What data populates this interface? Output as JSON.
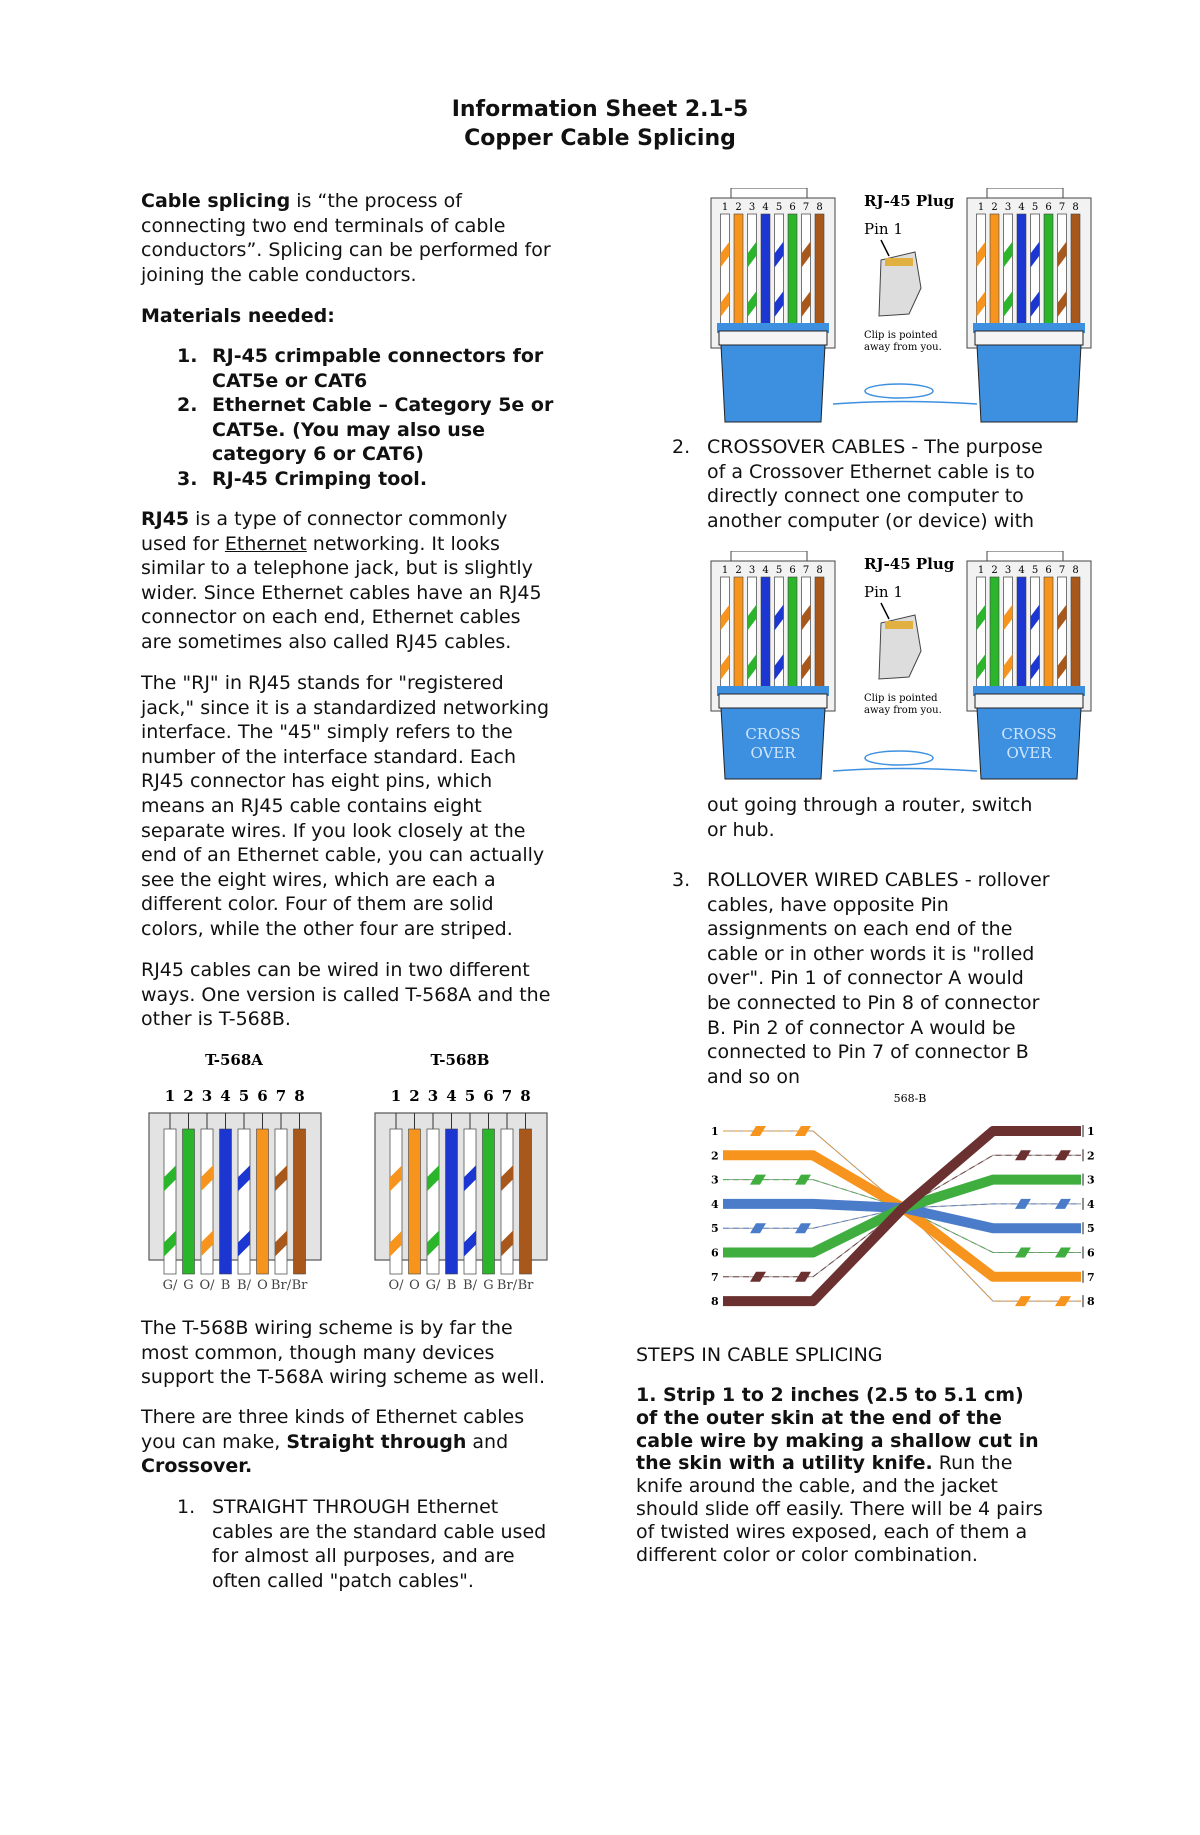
{
  "header": {
    "title": "Information Sheet 2.1-5",
    "subtitle": "Copper Cable Splicing"
  },
  "left": {
    "intro": [
      [
        {
          "b": "Cable splicing"
        },
        " is “the process of"
      ],
      "connecting two end terminals of cable",
      "conductors”. Splicing can be performed for",
      "joining the cable conductors."
    ],
    "materials_heading": "Materials needed:",
    "materials": [
      {
        "num": "1.",
        "lines": [
          "RJ-45 crimpable connectors for",
          "CAT5e or CAT6"
        ]
      },
      {
        "num": "2.",
        "lines": [
          "Ethernet Cable – Category 5e or",
          "CAT5e. (You may also use",
          "category 6 or CAT6)"
        ]
      },
      {
        "num": "3.",
        "lines": [
          "RJ-45 Crimping tool."
        ]
      }
    ],
    "rj45": [
      [
        {
          "b": "RJ45"
        },
        " is a type of connector commonly"
      ],
      [
        "used for ",
        {
          "u": "Ethernet"
        },
        " networking. It looks"
      ],
      "similar to a telephone jack, but is slightly",
      "wider. Since Ethernet cables have an RJ45",
      "connector on each end, Ethernet cables",
      "are sometimes also called RJ45 cables."
    ],
    "rj_meaning": [
      "The \"RJ\" in RJ45 stands for \"registered",
      "jack,\" since it is a standardized networking",
      "interface. The \"45\" simply refers to the",
      "number of the interface standard. Each",
      "RJ45 connector has eight pins, which",
      "means an RJ45 cable contains eight",
      "separate wires. If you look closely at the",
      "end of an Ethernet cable, you can actually",
      "see the eight wires, which are each a",
      "different color. Four of them are solid",
      "colors, while the other four are striped."
    ],
    "two_ways": [
      "RJ45 cables can be wired in two different",
      "ways. One version is called T-568A and the",
      "other is T-568B."
    ],
    "t568_figure": {
      "a_title": "T-568A",
      "b_title": "T-568B",
      "pins": [
        "1",
        "2",
        "3",
        "4",
        "5",
        "6",
        "7",
        "8"
      ],
      "a_wires": [
        "wg",
        "g",
        "wo",
        "b",
        "wb",
        "o",
        "wbr",
        "br"
      ],
      "b_wires": [
        "wo",
        "o",
        "wg",
        "b",
        "wb",
        "g",
        "wbr",
        "br"
      ],
      "a_labels": [
        "G/",
        "G",
        "O/",
        "B",
        "B/",
        "O",
        "Br/",
        "Br"
      ],
      "b_labels": [
        "O/",
        "O",
        "G/",
        "B",
        "B/",
        "G",
        "Br/",
        "Br"
      ]
    },
    "t568b_common": [
      "The T-568B wiring scheme is by far the",
      "most common, though many devices",
      "support the T-568A wiring scheme as well."
    ],
    "three_kinds": [
      "There are three kinds of Ethernet cables",
      [
        "you can make, ",
        {
          "b": "Straight through"
        },
        " and"
      ],
      [
        {
          "b": "Crossover."
        }
      ]
    ],
    "item1": {
      "num": "1.",
      "lines": [
        "STRAIGHT THROUGH Ethernet",
        "cables are the standard cable used",
        "for almost all purposes, and are",
        "often called \"patch cables\"."
      ]
    }
  },
  "right": {
    "straight_figure": {
      "plug_label": "RJ-45 Plug",
      "pin_label": "Pin 1",
      "clip_note": [
        "Clip is pointed",
        "away from you."
      ],
      "pins": [
        "1",
        "2",
        "3",
        "4",
        "5",
        "6",
        "7",
        "8"
      ],
      "left_wires": [
        "wo",
        "o",
        "wg",
        "b",
        "wb",
        "g",
        "wbr",
        "br"
      ],
      "right_wires": [
        "wo",
        "o",
        "wg",
        "b",
        "wb",
        "g",
        "wbr",
        "br"
      ]
    },
    "item2": {
      "num": "2.",
      "lines": [
        "CROSSOVER CABLES - The purpose",
        "of a Crossover Ethernet cable is to",
        "directly connect one computer to",
        "another computer (or device) with"
      ]
    },
    "crossover_figure": {
      "plug_label": "RJ-45 Plug",
      "pin_label": "Pin 1",
      "clip_note": [
        "Clip is pointed",
        "away from you."
      ],
      "jacket_label": [
        "CROSS",
        "OVER"
      ],
      "pins": [
        "1",
        "2",
        "3",
        "4",
        "5",
        "6",
        "7",
        "8"
      ],
      "left_wires": [
        "wo",
        "o",
        "wg",
        "b",
        "wb",
        "g",
        "wbr",
        "br"
      ],
      "right_wires": [
        "wg",
        "g",
        "wo",
        "b",
        "wb",
        "o",
        "wbr",
        "br"
      ]
    },
    "item2_cont": [
      "out going through a router, switch",
      "or hub."
    ],
    "item3": {
      "num": "3.",
      "lines": [
        "ROLLOVER WIRED CABLES - rollover",
        "cables, have opposite Pin",
        "assignments on each end of the",
        "cable or in other words it is \"rolled",
        "over\". Pin 1 of connector A would",
        "be connected to Pin 8 of connector",
        "B. Pin 2 of connector A would be",
        "connected to Pin 7 of connector B",
        "and so on"
      ]
    },
    "rollover_figure": {
      "title": "568-B",
      "pins": [
        "1",
        "2",
        "3",
        "4",
        "5",
        "6",
        "7",
        "8"
      ],
      "left_wires": [
        "wo",
        "o",
        "wg",
        "b",
        "wb",
        "g",
        "wbr",
        "br"
      ]
    },
    "steps_heading": "STEPS IN CABLE SPLICING",
    "step1": [
      [
        {
          "b": "1. Strip 1 to 2 inches (2.5 to 5.1 cm)"
        }
      ],
      [
        {
          "b": "of the outer skin at the end of the"
        }
      ],
      [
        {
          "b": "cable wire by making a shallow cut in"
        }
      ],
      [
        {
          "b": "the skin with a utility knife."
        },
        " Run the"
      ],
      "knife around the cable, and the jacket",
      "should slide off easily. There will be 4 pairs",
      "of twisted wires exposed, each of them a",
      "different color or color combination."
    ]
  },
  "colors": {
    "orange": "#f7941d",
    "green": "#2bb52b",
    "blue": "#1b36d1",
    "brown": "#a8581a",
    "jacket": "#3d8fe0",
    "rollover_blue": "#4a7cc9",
    "rollover_brown": "#6b3030",
    "rollover_green": "#3fae3f"
  }
}
